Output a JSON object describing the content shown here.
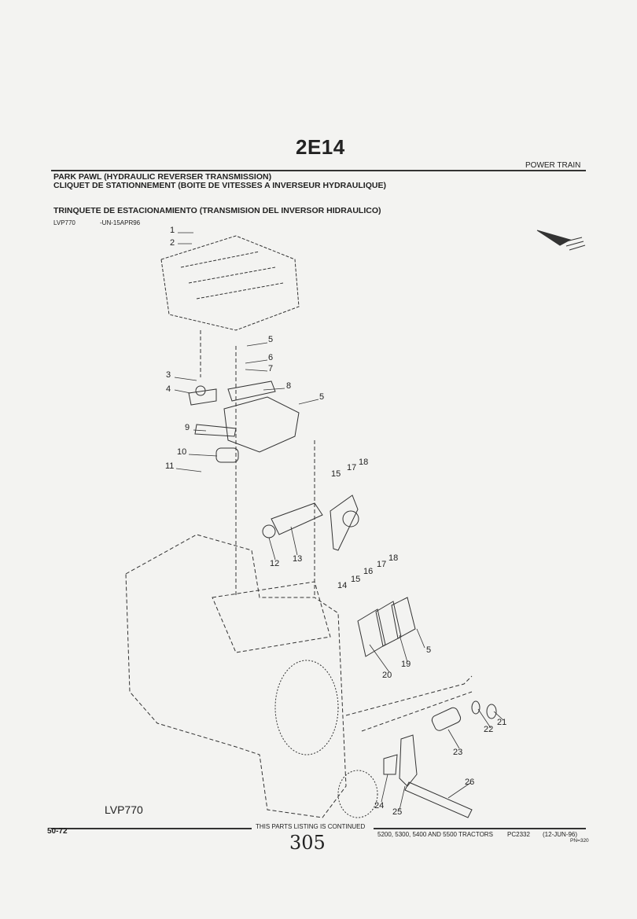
{
  "page": {
    "code": "2E14",
    "section": "POWER TRAIN",
    "title_en": "PARK PAWL (HYDRAULIC REVERSER TRANSMISSION)",
    "title_fr": "CLIQUET DE STATIONNEMENT (BOITE DE VITESSES A INVERSEUR HYDRAULIQUE)",
    "title_es": "TRINQUETE DE ESTACIONAMIENTO (TRANSMISION DEL INVERSOR HIDRAULICO)",
    "illustration_id": "LVP770",
    "illustration_date": "-UN-15APR96",
    "illustration_label": "LVP770"
  },
  "callouts": [
    "1",
    "2",
    "5",
    "6",
    "7",
    "3",
    "4",
    "8",
    "5",
    "9",
    "10",
    "11",
    "15",
    "17",
    "18",
    "12",
    "13",
    "18",
    "17",
    "16",
    "15",
    "14",
    "5",
    "19",
    "20",
    "21",
    "22",
    "23",
    "26",
    "24",
    "25"
  ],
  "footer": {
    "page_number": "50-72",
    "continued": "THIS PARTS LISTING IS CONTINUED",
    "models": "5200, 5300, 5400 AND 5500 TRACTORS",
    "catalog": "PC2332",
    "date": "(12-JUN-96)",
    "pn": "PN=320",
    "handwritten": "305"
  }
}
